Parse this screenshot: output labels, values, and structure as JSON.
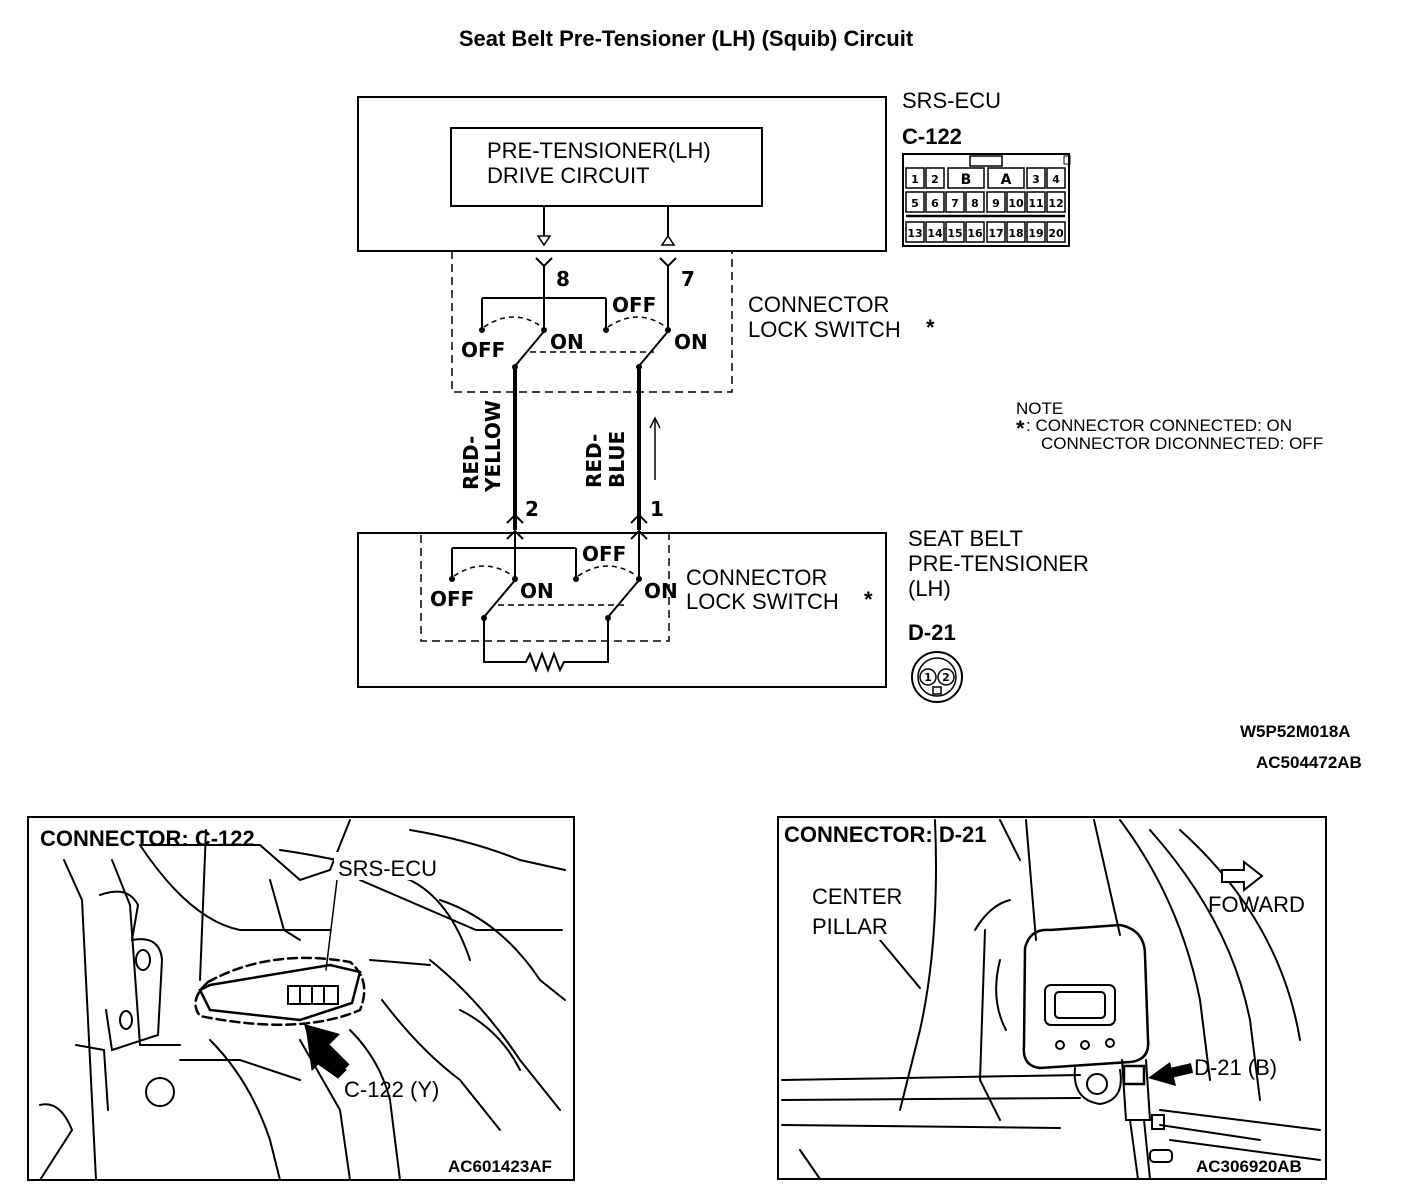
{
  "title": "Seat Belt Pre-Tensioner (LH) (Squib) Circuit",
  "ecu": {
    "name": "SRS-ECU",
    "connector": "C-122",
    "drive_circuit_line1": "PRE-TENSIONER(LH)",
    "drive_circuit_line2": "DRIVE CIRCUIT",
    "pins_row1": [
      "1",
      "2",
      "B",
      "A",
      "3",
      "4"
    ],
    "pins_row2": [
      "5",
      "6",
      "7",
      "8",
      "9",
      "10",
      "11",
      "12"
    ],
    "pins_row3": [
      "13",
      "14",
      "15",
      "16",
      "17",
      "18",
      "19",
      "20"
    ]
  },
  "switch_upper": {
    "label_line1": "CONNECTOR",
    "label_line2": "LOCK SWITCH",
    "asterisk": "*",
    "pin_left": "8",
    "pin_right": "7",
    "off": "OFF",
    "on": "ON"
  },
  "wires": {
    "left_line1": "RED-",
    "left_line2": "YELLOW",
    "right_line1": "RED-",
    "right_line2": "BLUE"
  },
  "note": {
    "heading": "NOTE",
    "asterisk": "*",
    "line1": ": CONNECTOR CONNECTED: ON",
    "line2": "CONNECTOR DICONNECTED: OFF"
  },
  "pretensioner": {
    "name_line1": "SEAT BELT",
    "name_line2": "PRE-TENSIONER",
    "name_line3": "(LH)",
    "connector": "D-21",
    "pin_left": "2",
    "pin_right": "1",
    "switch_label_line1": "CONNECTOR",
    "switch_label_line2": "LOCK SWITCH",
    "asterisk": "*",
    "off": "OFF",
    "on": "ON",
    "d21_pin1": "1",
    "d21_pin2": "2"
  },
  "diagram_codes": {
    "code1": "W5P52M018A",
    "code2": "AC504472AB"
  },
  "panel_left": {
    "heading": "CONNECTOR: C-122",
    "label_ecu": "SRS-ECU",
    "label_connector": "C-122 (Y)",
    "code": "AC601423AF"
  },
  "panel_right": {
    "heading": "CONNECTOR: D-21",
    "label_pillar_line1": "CENTER",
    "label_pillar_line2": "PILLAR",
    "label_forward": "FOWARD",
    "label_connector": "D-21 (B)",
    "code": "AC306920AB"
  }
}
